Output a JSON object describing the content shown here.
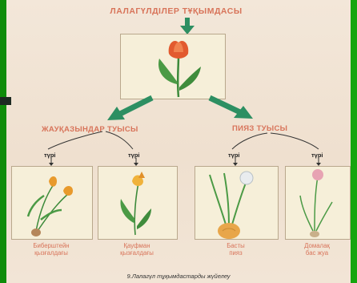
{
  "diagram": {
    "title": "ЛАЛАГҮЛДІЛЕР ТҰҚЫМДАСЫ",
    "families": [
      {
        "label": "ЖАУҚАЗЫНДАР ТУЫСЫ"
      },
      {
        "label": "ПИЯЗ ТУЫСЫ"
      }
    ],
    "type_word": "түрі",
    "species": [
      {
        "line1": "Биберштейн",
        "line2": "қызғалдағы"
      },
      {
        "line1": "Қауфман",
        "line2": "қызғалдағы"
      },
      {
        "line1": "Басты",
        "line2": "пияз"
      },
      {
        "line1": "Домалақ",
        "line2": "бас жуа"
      }
    ],
    "caption": "9.Лалагүл тұқымдастарды жүйелеу"
  },
  "colors": {
    "background_green": "#16a50f",
    "paper": "#f2e5d6",
    "label_red": "#d8745a",
    "arrow_green": "#2d8f62"
  }
}
